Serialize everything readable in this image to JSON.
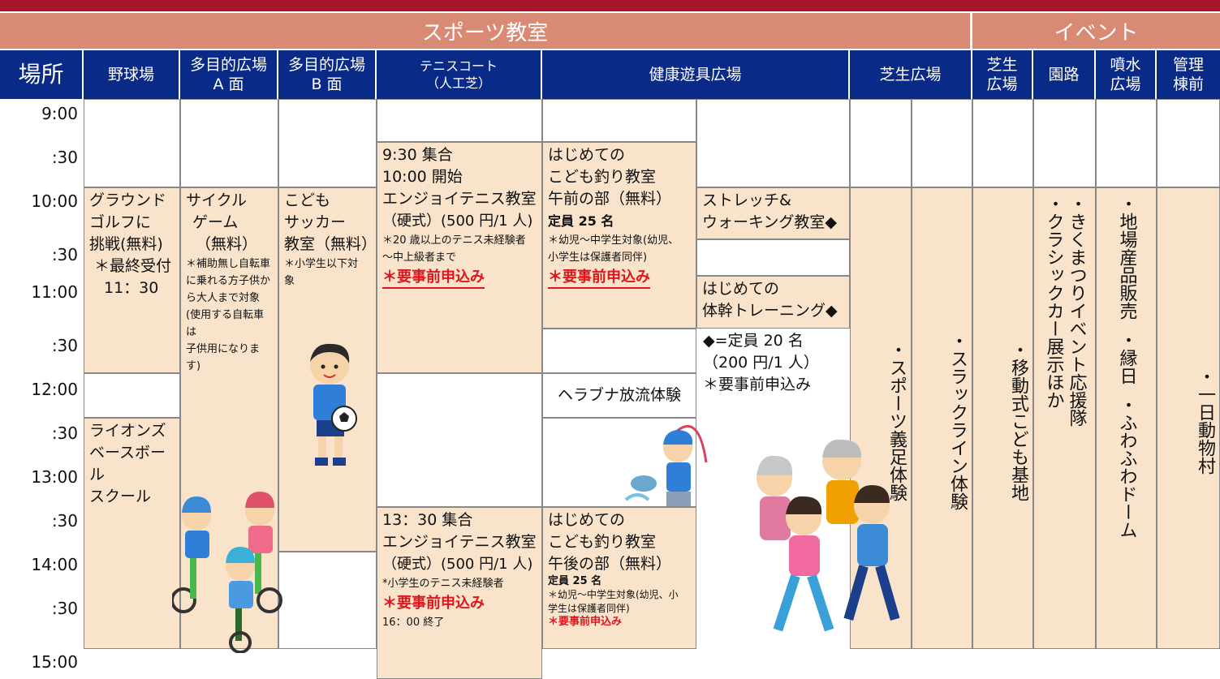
{
  "categories": {
    "sports": "スポーツ教室",
    "events": "イベント"
  },
  "columns": {
    "place": "場所",
    "baseball": "野球場",
    "multiA": "多目的広場\nA 面",
    "multiB": "多目的広場\nB 面",
    "tennis": "テニスコート\n（人工芝）",
    "health": "健康遊具広場",
    "lawn": "芝生広場",
    "lawn2": "芝生\n広場",
    "path": "園路",
    "fountain": "噴水\n広場",
    "admin": "管理\n棟前"
  },
  "times": [
    "9:00",
    ":30",
    "10:00",
    ":30",
    "11:00",
    ":30",
    "12:00",
    ":30",
    "13:00",
    ":30",
    "14:00",
    ":30",
    "15:00"
  ],
  "events": {
    "groundgolf": {
      "l1": "グラウンド",
      "l2": "ゴルフに",
      "l3": "挑戦(無料)",
      "l4": "＊最終受付",
      "l5": "11：30"
    },
    "lions": {
      "l1": "ライオンズ",
      "l2": "ベースボール",
      "l3": "スクール"
    },
    "cycle": {
      "l1": "サイクル",
      "l2": "ゲーム",
      "l3": "（無料）",
      "n1": "＊補助無し自転車",
      "n2": "に乗れる方子供か",
      "n3": "ら大人まで対象",
      "n4": "(使用する自転車は",
      "n5": "子供用になります)"
    },
    "soccer": {
      "l1": "こども",
      "l2": "サッカー",
      "l3": "教室（無料）",
      "n1": "＊小学生以下対",
      "n2": "象"
    },
    "tennisAM": {
      "l1": "9:30 集合",
      "l2": "10:00 開始",
      "l3": "エンジョイテニス教室",
      "l4": "（硬式）(500 円/1 人)",
      "n1": "＊20 歳以上のテニス未経験者",
      "n2": "～中上級者まで",
      "req": "＊要事前申込み"
    },
    "tennisPM": {
      "l1": "13：30 集合",
      "l2": "エンジョイテニス教室",
      "l3": "（硬式）(500 円/1 人)",
      "n1": "*小学生のテニス未経験者",
      "req": "＊要事前申込み",
      "end": "16：00 終了"
    },
    "fishAM": {
      "l1": "はじめての",
      "l2": "こども釣り教室",
      "l3": "午前の部（無料）",
      "cap": "定員 25 名",
      "n1": "＊幼児～中学生対象(幼児、",
      "n2": "小学生は保護者同伴)",
      "req": "＊要事前申込み"
    },
    "herabuna": "ヘラブナ放流体験",
    "fishPM": {
      "l1": "はじめての",
      "l2": "こども釣り教室",
      "l3": "午後の部（無料）",
      "cap": "定員 25 名",
      "n1": "＊幼児～中学生対象(幼児、小",
      "n2": "学生は保護者同伴)",
      "req": "＊要事前申込み"
    },
    "stretch": {
      "l1": "ストレッチ&",
      "l2": "ウォーキング教室◆"
    },
    "core": {
      "l1": "はじめての",
      "l2": "体幹トレーニング◆"
    },
    "coreNote": {
      "l1": "◆=定員 20 名",
      "l2": "（200 円/1 人）",
      "req": "＊要事前申込み"
    },
    "sportsShoe": "・スポーツ義足体験",
    "slackline": "・スラックライン体験",
    "mobileBase": "・移動式こども基地",
    "classicCar": "・クラシックカー展示ほか",
    "kikumatsuri": "・きくまつりイベント応援隊",
    "localProducts": "・地場産品販売",
    "ennichi": "・縁日",
    "fuwafuwa": "・ふわふわドーム",
    "zoo": "・一日動物村"
  }
}
